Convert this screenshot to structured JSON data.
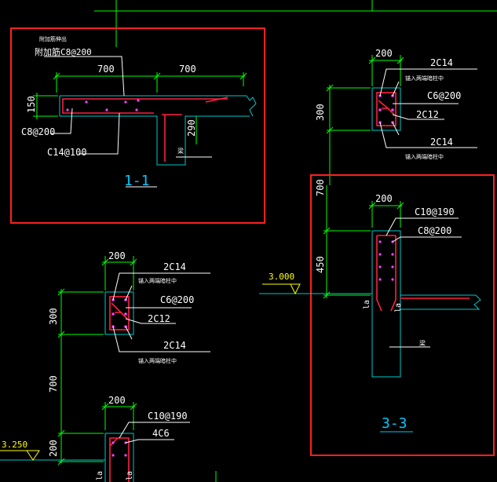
{
  "colors": {
    "background": "#000000",
    "dimension": "#00ff00",
    "leader": "#ffffff",
    "concrete": "#00c8c8",
    "rebar": "#ff2040",
    "rebar_dot": "#ff40ff",
    "highlight_frame": "#ff2020",
    "section_title": "#00c8ff",
    "elevation": "#ffff00"
  },
  "section_1_1": {
    "note_line1": "附加筋伸出",
    "note_line2": "附加筋C8@200",
    "dim_left": "700",
    "dim_right": "700",
    "dim_thickness": "150",
    "dim_drop": "290",
    "stirrup_label": "C8@200",
    "bottom_bar_label": "C14@100",
    "tag": "梁",
    "title": "1-1"
  },
  "section_top_right": {
    "dim_width": "200",
    "top_bars": "2C14",
    "anchor_note_top": "锚入两端暗柱中",
    "stirrup": "C6@200",
    "middle_bars": "2C12",
    "bottom_bars": "2C14",
    "anchor_note_bottom": "锚入两端暗柱中",
    "dim_height": "300"
  },
  "section_3_3": {
    "dim_700": "700",
    "dim_width": "200",
    "stirrup_main": "C10@190",
    "stirrup_secondary": "C8@200",
    "dim_450": "450",
    "elevation": "3.000",
    "la_left": "la",
    "la_right": "la",
    "tag": "梁",
    "title": "3-3"
  },
  "section_middle_left": {
    "dim_width": "200",
    "top_bars": "2C14",
    "anchor_note_top": "锚入两端暗柱中",
    "stirrup": "C6@200",
    "middle_bars": "2C12",
    "bottom_bars": "2C14",
    "anchor_note_bottom": "锚入两端暗柱中",
    "dim_height": "300",
    "dim_700": "700"
  },
  "section_bottom_left": {
    "dim_width": "200",
    "stirrup": "C10@190",
    "bars": "4C6",
    "elevation": "3.250",
    "dim_200": "200",
    "la_left": "la",
    "la_right": "la"
  }
}
